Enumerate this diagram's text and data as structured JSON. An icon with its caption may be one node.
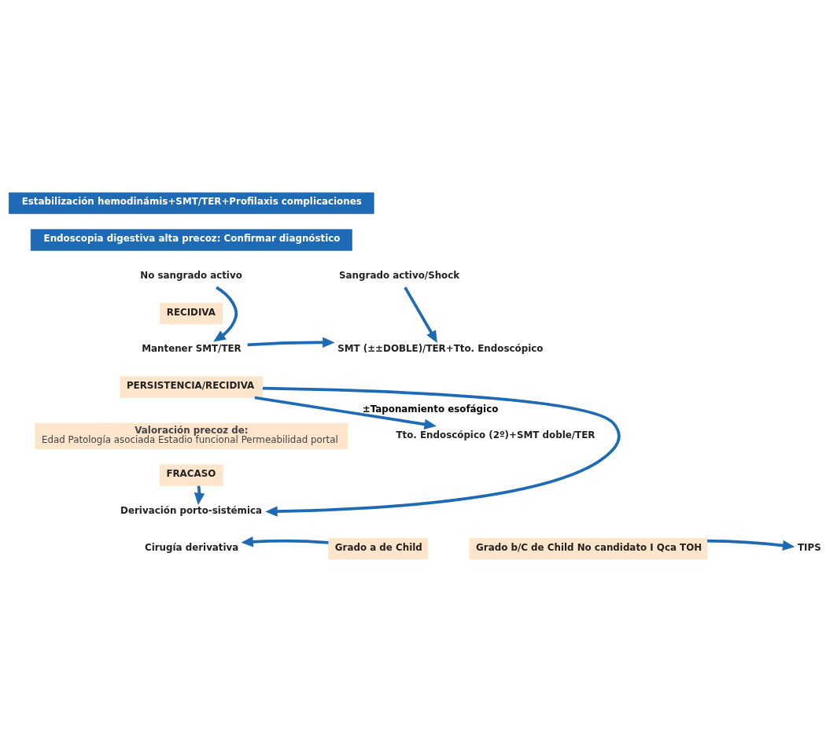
{
  "diagram": {
    "nodes": [
      {
        "text": [
          "Estabilización hemodinámis+SMT/TER+Profilaxis complicaciones"
        ]
      },
      {
        "text": [
          "Endoscopia digestiva alta precoz: Confirmar diagnóstico"
        ]
      },
      {
        "text": [
          "No sangrado activo"
        ]
      },
      {
        "text": [
          "Sangrado activo/Shock"
        ]
      },
      {
        "text": [
          "RECIDIVA"
        ]
      },
      {
        "text": [
          "Mantener SMT/TER"
        ]
      },
      {
        "text": [
          "SMT (±±DOBLE)/TER+Tto. Endoscópico"
        ]
      },
      {
        "text": [
          "PERSISTENCIA/RECIDIVA"
        ]
      },
      {
        "text": [
          "Valoración precoz de:",
          "Edad Patología asociada Estadio funcional Permeabilidad portal"
        ]
      },
      {
        "text": [
          "Tto. Endoscópico (2º)+SMT doble/TER"
        ]
      },
      {
        "text": [
          "FRACASO"
        ]
      },
      {
        "text": [
          "Derivación porto-sistémica"
        ]
      },
      {
        "text": [
          "Cirugía derivativa"
        ]
      },
      {
        "text": [
          "Grado a de Child"
        ]
      },
      {
        "text": [
          "Grado b/C de Child No candidato I Qca TOH"
        ]
      },
      {
        "text": [
          "TIPS"
        ]
      }
    ],
    "edges": [
      {
        "from": 2,
        "to": 5,
        "arrow": "to"
      },
      {
        "from": 3,
        "to": 6,
        "arrow": "to"
      },
      {
        "from": 5,
        "to": 6,
        "arrow": "to"
      },
      {
        "from": 7,
        "to": 9,
        "arrow": "to",
        "label": "±Taponamiento esofágico"
      },
      {
        "from": 7,
        "to": 11,
        "arrow": "to"
      },
      {
        "from": 10,
        "to": 11,
        "arrow": "to"
      },
      {
        "from": 13,
        "to": 12,
        "arrow": "to"
      },
      {
        "from": 14,
        "to": 15,
        "arrow": "to"
      }
    ]
  }
}
